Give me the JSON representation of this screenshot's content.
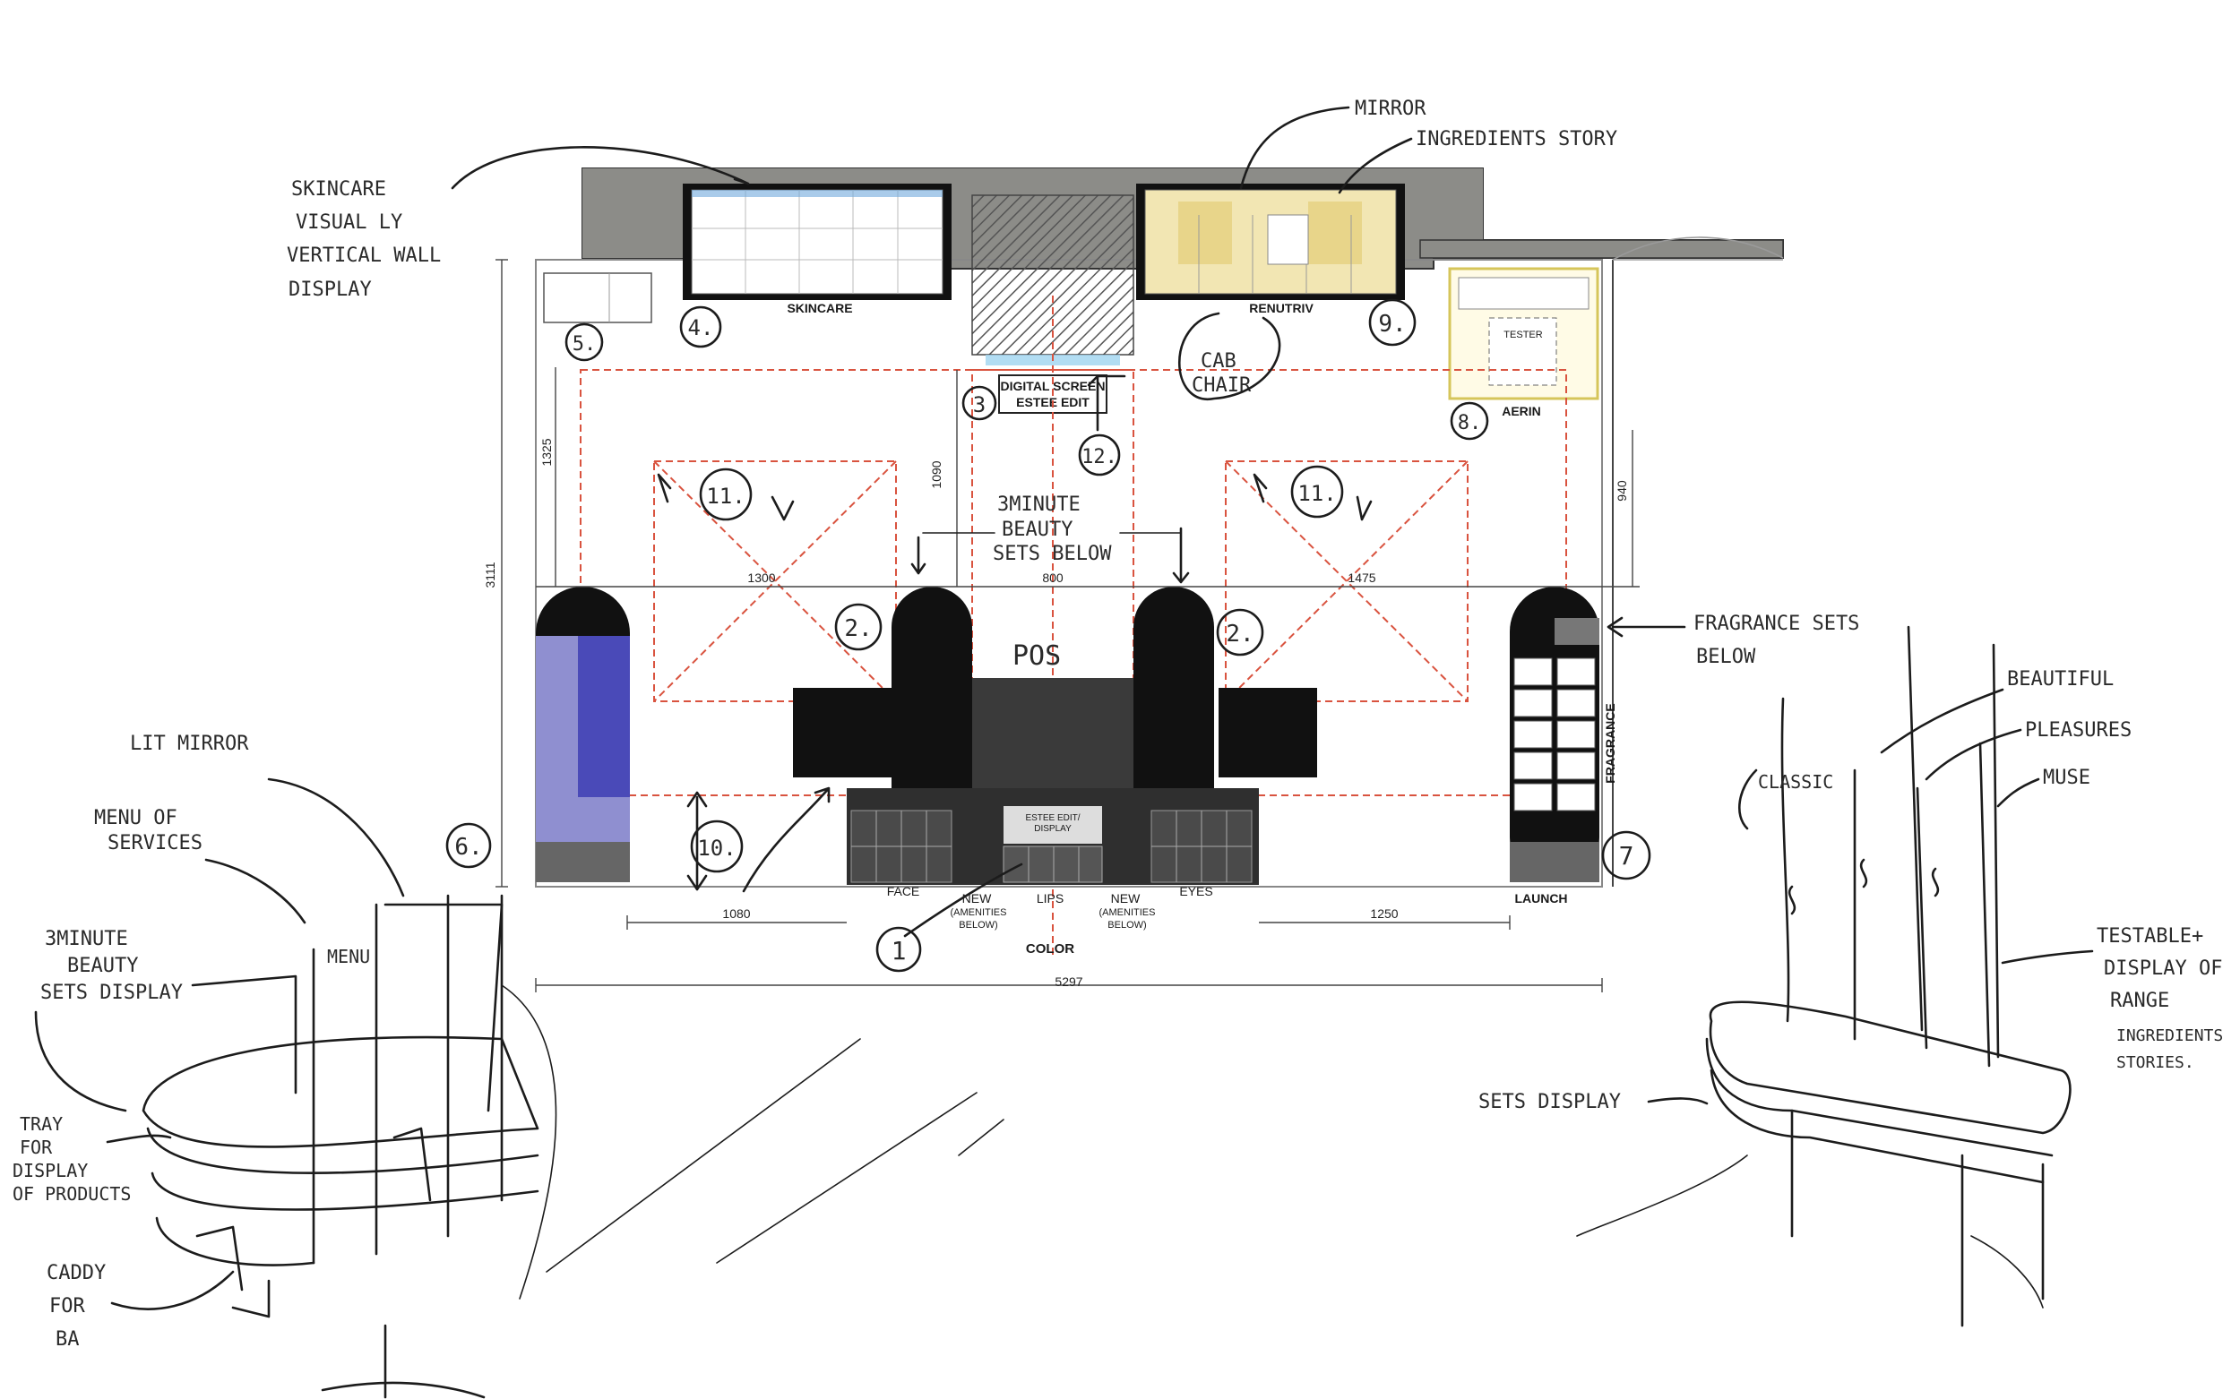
{
  "plan": {
    "zones": {
      "skincare": "SKINCARE",
      "renutriv": "RENUTRIV",
      "digital_screen_line1": "DIGITAL SCREEN",
      "digital_screen_line2": "ESTEE EDIT",
      "tester": "TESTER",
      "aerin": "AERIN",
      "fragrance": "FRAGRANCE",
      "launch": "LAUNCH",
      "face": "FACE",
      "new_left": "NEW",
      "amenities_left_1": "(AMENITIES",
      "amenities_left_2": "BELOW)",
      "lips": "LIPS",
      "new_right": "NEW",
      "amenities_right_1": "(AMENITIES",
      "amenities_right_2": "BELOW)",
      "eyes": "EYES",
      "color": "COLOR",
      "estee_edit_display_1": "ESTEE EDIT/",
      "estee_edit_display_2": "DISPLAY"
    },
    "dimensions": {
      "d1325": "1325",
      "d1090": "1090",
      "d940": "940",
      "d3111": "3111",
      "d1300": "1300",
      "d800": "800",
      "d1475": "1475",
      "d1080": "1080",
      "d1250": "1250",
      "d5297": "5297"
    },
    "callouts": {
      "c1": "1",
      "c2a": "2.",
      "c2b": "2.",
      "c3": "3",
      "c4": "4.",
      "c5": "5.",
      "c6": "6.",
      "c7": "7",
      "c8": "8.",
      "c9": "9.",
      "c10": "10.",
      "c11a": "11.",
      "c11b": "11.",
      "c12": "12."
    }
  },
  "notes": {
    "skincare_1": "SKINCARE",
    "skincare_2": "VISUAL LY",
    "skincare_3": "VERTICAL WALL",
    "skincare_4": "DISPLAY",
    "mirror": "MIRROR",
    "ingredients_story": "INGREDIENTS STORY",
    "cab_1": "CAB",
    "cab_2": "CHAIR",
    "three_min_1": "3MINUTE",
    "three_min_2": "BEAUTY",
    "three_min_3": "SETS BELOW",
    "pos": "POS",
    "fragrance_sets_1": "FRAGRANCE SETS",
    "fragrance_sets_2": "BELOW",
    "lit_mirror": "LIT MIRROR",
    "menu_1": "MENU OF",
    "menu_2": "SERVICES",
    "menu_sign": "MENU",
    "three_min_display_1": "3MINUTE",
    "three_min_display_2": "BEAUTY",
    "three_min_display_3": "SETS DISPLAY",
    "tray_1": "TRAY",
    "tray_2": "FOR",
    "tray_3": "DISPLAY",
    "tray_4": "OF PRODUCTS",
    "caddy_1": "CADDY",
    "caddy_2": "FOR",
    "caddy_3": "BA",
    "classic": "CLASSIC",
    "beautiful": "BEAUTIFUL",
    "pleasures": "PLEASURES",
    "muse": "MUSE",
    "sets_display": "SETS DISPLAY",
    "testable_1": "TESTABLE+",
    "testable_2": "DISPLAY OF",
    "testable_3": "RANGE",
    "ingredients_1": "INGREDIENTS",
    "ingredients_2": "STORIES."
  },
  "colors": {
    "wall": "#8c8c88",
    "cabinet_black": "#111111",
    "pos_counter": "#3a3a3a",
    "red_dash": "#d9533f",
    "lit_purple": "#8f8fd0",
    "renutriv_gold": "#e8d58a"
  }
}
